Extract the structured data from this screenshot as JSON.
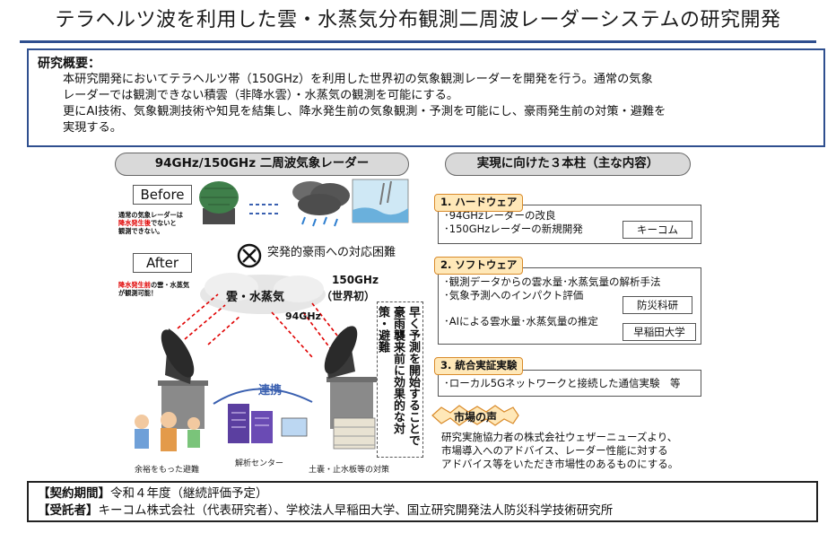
{
  "title": "テラヘルツ波を利用した雲・水蒸気分布観測二周波レーダーシステムの研究開発",
  "overview": {
    "heading": "研究概要：",
    "line1": "本研究開発においてテラヘルツ帯（150GHz）を利用した世界初の気象観測レーダーを開発を行う。通常の気象",
    "line2": "レーダーでは観測できない積雲（非降水雲）・水蒸気の観測を可能にする。",
    "line3": "更にAI技術、気象観測技術や知見を結集し、降水発生前の気象観測・予測を可能にし、豪雨発生前の対策・避難を",
    "line4": "実現する。"
  },
  "left_panel": {
    "header": "94GHz/150GHz 二周波気象レーダー",
    "before_label": "Before",
    "before_note_1": "通常の気象レーダーは",
    "before_note_2": "降水発生後",
    "before_note_3": "でないと",
    "before_note_4": "観測できない。",
    "after_label": "After",
    "after_note_1": "降水発生前",
    "after_note_2": "の雲・水蒸気",
    "after_note_3": "が観測可能！",
    "difficulty": "突発的豪雨への対応困難",
    "cloud_label": "雲・水蒸気",
    "freq_150_a": "150GHz",
    "freq_150_b": "（世界初）",
    "freq_94": "94GHz",
    "link_label": "連携",
    "vertical_text": "早く予測を開始することで豪雨襲来前に効果的な対策・避難",
    "caption_evac": "余裕をもった避難",
    "caption_center": "解析センター",
    "caption_sandbag": "土嚢・止水板等の対策"
  },
  "right_panel": {
    "header": "実現に向けた３本柱（主な内容）",
    "pillar1": {
      "tag": "1. ハードウェア",
      "item1": "･94GHzレーダーの改良",
      "item2": "･150GHzレーダーの新規開発",
      "org": "キーコム"
    },
    "pillar2": {
      "tag": "2. ソフトウェア",
      "item1": "･観測データからの雲水量･水蒸気量の解析手法",
      "item2": "･気象予測へのインパクト評価",
      "org1": "防災科研",
      "item3": "･AIによる雲水量･水蒸気量の推定",
      "org2": "早稲田大学"
    },
    "pillar3": {
      "tag": "3. 統合実証実験",
      "item1": "･ローカル5Gネットワークと接続した通信実験　等"
    },
    "market": {
      "badge": "市場の声",
      "line1": "研究実施協力者の株式会社ウェザーニューズより、",
      "line2": "市場導入へのアドバイス、レーダー性能に対する",
      "line3": "アドバイス等をいただき市場性のあるものにする。"
    }
  },
  "contract": {
    "period_label": "【契約期間】",
    "period_value": "令和４年度（継続評価予定）",
    "contractor_label": "【受託者】",
    "contractor_value": "キーコム株式会社（代表研究者）、学校法人早稲田大学、国立研究開発法人防災科学技術研究所"
  },
  "colors": {
    "frame_blue": "#2f4f8f",
    "tag_orange": "#d98b2b",
    "tag_fill": "#ffe8b8",
    "pill_gray": "#d9d9d9",
    "alert_red": "#e00000"
  }
}
